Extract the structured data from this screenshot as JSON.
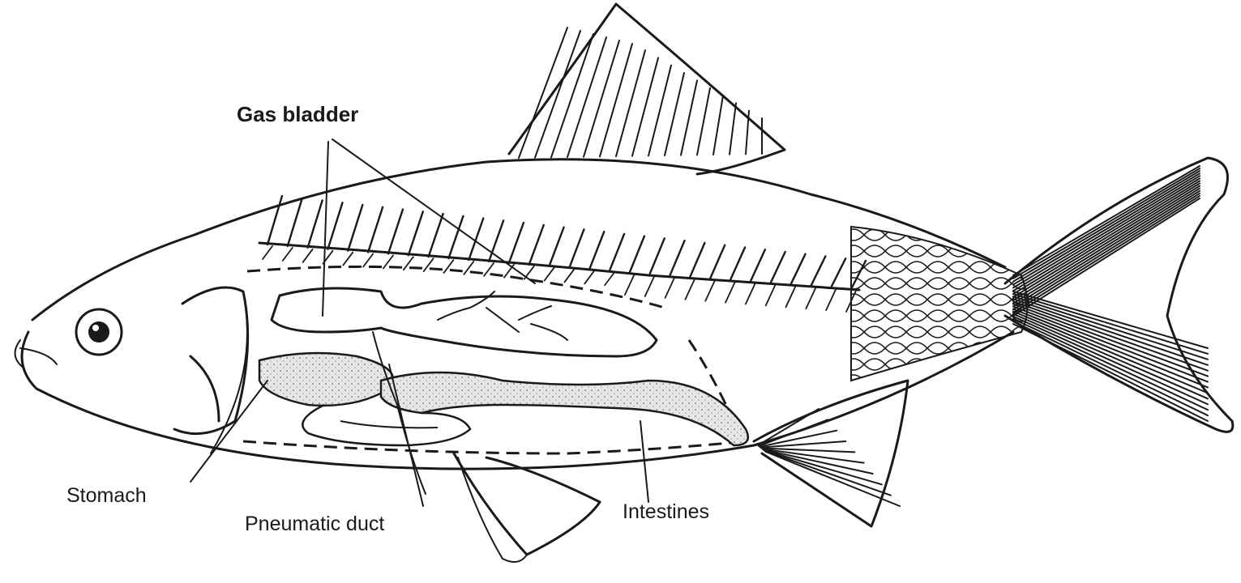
{
  "labels": {
    "gas_bladder": "Gas bladder",
    "stomach": "Stomach",
    "pneumatic_duct": "Pneumatic duct",
    "intestines": "Intestines"
  }
}
